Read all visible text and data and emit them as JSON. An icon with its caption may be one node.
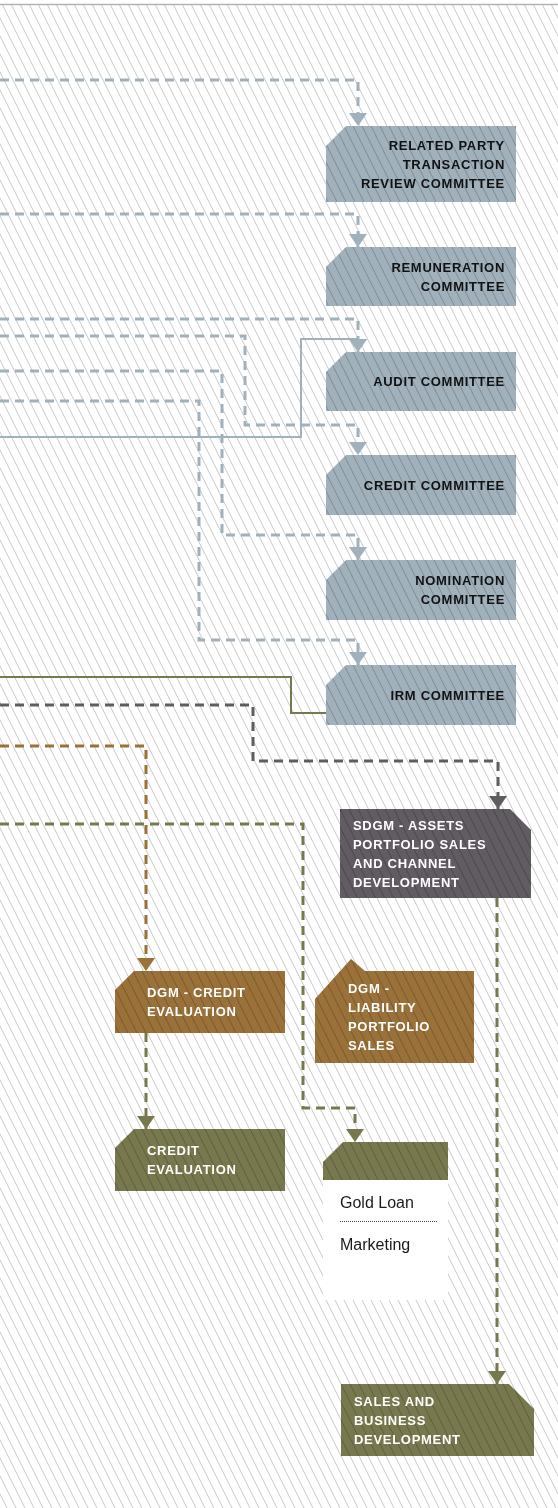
{
  "diagram": {
    "nodes": [
      {
        "text": [
          "RELATED PARTY TRANSACTION REVIEW COMMITTEE"
        ]
      },
      {
        "text": [
          "REMUNERATION COMMITTEE"
        ]
      },
      {
        "text": [
          "AUDIT COMMITTEE"
        ]
      },
      {
        "text": [
          "CREDIT COMMITTEE"
        ]
      },
      {
        "text": [
          "NOMINATION COMMITTEE"
        ]
      },
      {
        "text": [
          "IRM COMMITTEE"
        ]
      },
      {
        "text": [
          "SDGM - ASSETS PORTFOLIO SALES AND CHANNEL DEVELOPMENT"
        ]
      },
      {
        "text": [
          "DGM - CREDIT EVALUATION"
        ]
      },
      {
        "text": [
          "DGM - LIABILITY PORTFOLIO SALES"
        ]
      },
      {
        "text": [
          "CREDIT EVALUATION"
        ]
      },
      {
        "text": [
          "Gold Loan",
          "Marketing"
        ]
      },
      {
        "text": [
          "SALES AND BUSINESS DEVELOPMENT"
        ]
      }
    ],
    "edges": [
      {
        "from": null,
        "to": 0,
        "arrow": "to",
        "style": "dashed"
      },
      {
        "from": null,
        "to": 1,
        "arrow": "to",
        "style": "dashed"
      },
      {
        "from": null,
        "to": 2,
        "arrow": "to",
        "style": "dashed"
      },
      {
        "from": null,
        "to": 2,
        "arrow": "to"
      },
      {
        "from": null,
        "to": 3,
        "arrow": "to",
        "style": "dashed"
      },
      {
        "from": null,
        "to": 4,
        "arrow": "to",
        "style": "dashed"
      },
      {
        "from": null,
        "to": 5,
        "arrow": "to",
        "style": "dashed"
      },
      {
        "from": null,
        "to": 5,
        "arrow": "none",
        "color": "#78784e"
      },
      {
        "from": null,
        "to": 6,
        "arrow": "to",
        "style": "dashed",
        "color": "#615b62"
      },
      {
        "from": null,
        "to": 7,
        "arrow": "to",
        "style": "dashed",
        "color": "#9a7139"
      },
      {
        "from": null,
        "to": 10,
        "arrow": "to",
        "style": "dashed",
        "color": "#78784e"
      },
      {
        "from": 7,
        "to": 9,
        "arrow": "to",
        "style": "dashed",
        "color": "#78784e"
      },
      {
        "from": 6,
        "to": 11,
        "arrow": "to",
        "style": "dashed",
        "color": "#78784e"
      }
    ]
  }
}
